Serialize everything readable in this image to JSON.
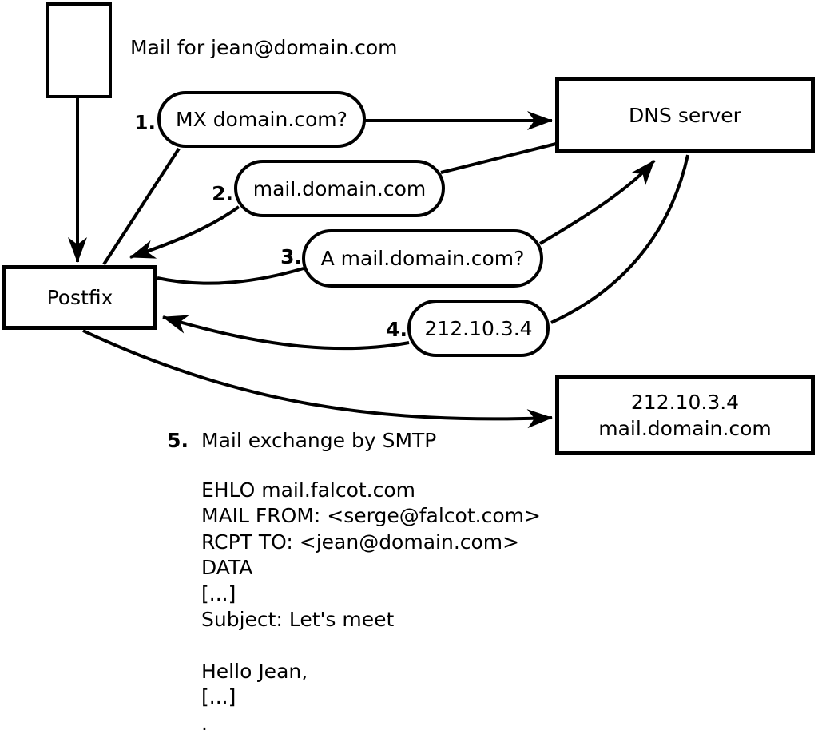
{
  "diagram": {
    "note": "Mail for jean@domain.com",
    "nodes": {
      "postfix": {
        "label": "Postfix"
      },
      "dns": {
        "label": "DNS server"
      },
      "mailserver": {
        "line1": "212.10.3.4",
        "line2": "mail.domain.com"
      }
    },
    "steps": [
      {
        "num": "1.",
        "label": "MX domain.com?"
      },
      {
        "num": "2.",
        "label": "mail.domain.com"
      },
      {
        "num": "3.",
        "label": "A mail.domain.com?"
      },
      {
        "num": "4.",
        "label": "212.10.3.4"
      },
      {
        "num": "5.",
        "label": "Mail exchange by SMTP"
      }
    ],
    "smtp_session": [
      "EHLO mail.falcot.com",
      "MAIL FROM: <serge@falcot.com>",
      "RCPT TO: <jean@domain.com>",
      "DATA",
      "[...]",
      "Subject: Let's meet",
      "",
      "Hello Jean,",
      "[...]",
      "."
    ],
    "colors": {
      "stroke": "#000000",
      "background": "#ffffff"
    }
  }
}
